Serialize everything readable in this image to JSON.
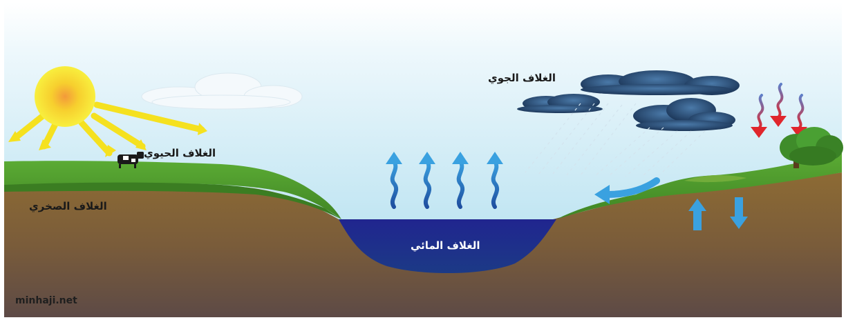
{
  "labels": {
    "atmosphere": "الغلاف الجوي",
    "biosphere": "الغلاف الحيوي",
    "lithosphere": "الغلاف الصخري",
    "hydrosphere": "الغلاف المائي"
  },
  "credit": "minhaji.net",
  "colors": {
    "sky_top": "#ffffff",
    "sky_bottom": "#a9dcee",
    "grass": "#4e9a2c",
    "soil_top": "#8a6a36",
    "soil_bottom": "#5e4a44",
    "water": "#1f2a8a",
    "evaporation_arrow": "#2e7fc6",
    "heat_arrow": "#e0262c",
    "sun_core": "#f7ae3c",
    "sun_ray": "#f5e11f",
    "storm_cloud": "#1e3a5c"
  },
  "icons": [
    "sun-icon",
    "cow-icon",
    "tree-icon",
    "cloud-icon",
    "rain-icon",
    "arrow-up-icon",
    "arrow-down-icon",
    "heat-arrow-icon",
    "runoff-arrow-icon"
  ]
}
